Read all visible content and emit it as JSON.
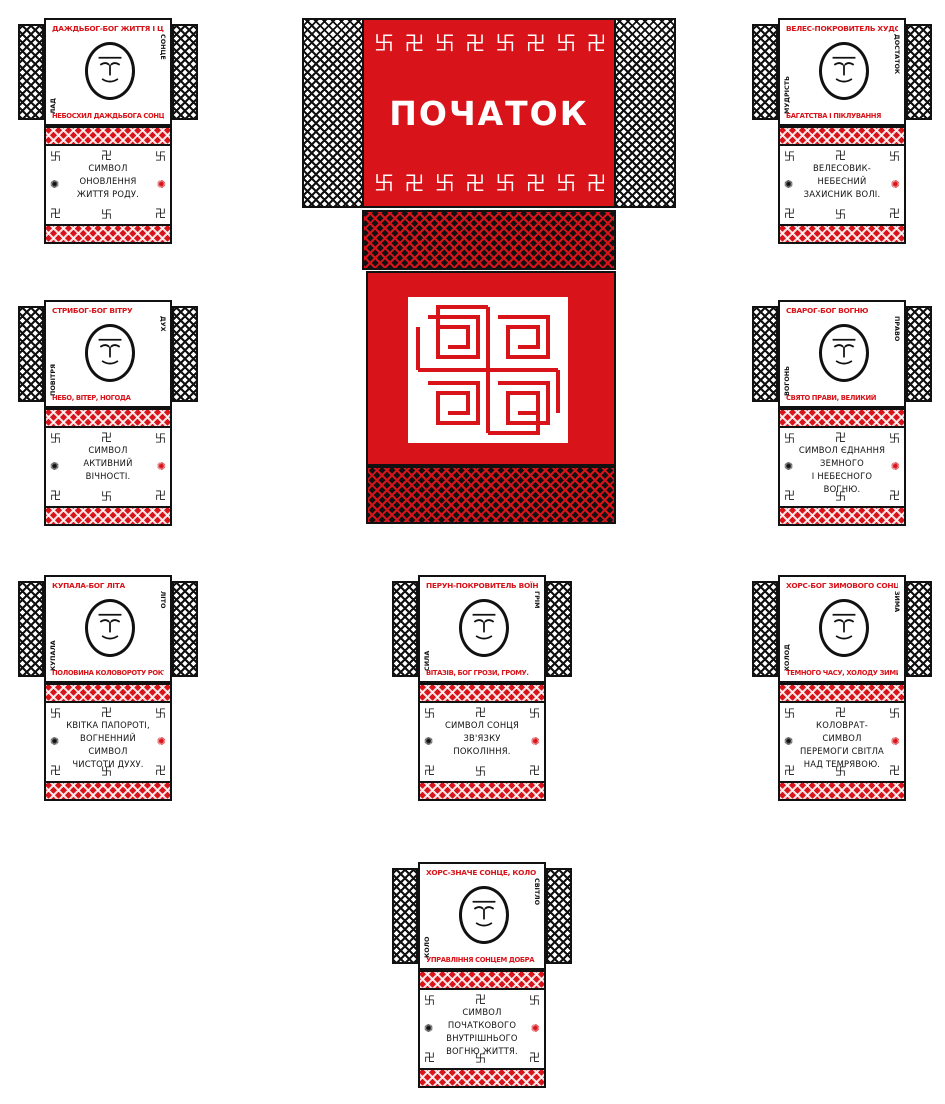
{
  "title": "ПОЧАТОК",
  "colors": {
    "red": "#d8141a",
    "ink": "#111111",
    "paper": "#ffffff"
  },
  "cards": [
    {
      "top": "ДАЖДЬБОГ-БОГ ЖИТТЯ І ЦЕ",
      "bottom": "НЕБОСХИЛ ДАЖДЬБОГА СОНЦЯ",
      "left": "ЛАД",
      "right": "СОНЦЕ",
      "caption": [
        "СИМВОЛ",
        "ОНОВЛЕННЯ",
        "ЖИТТЯ РОДУ."
      ]
    },
    {
      "top": "ВЕЛЕС-ПОКРОВИТЕЛЬ ХУДОБИ",
      "bottom": "БАГАТСТВА І ПІКЛУВАННЯ",
      "left": "МУДРІСТЬ",
      "right": "ДОСТАТОК",
      "caption": [
        "ВЕЛЕСОВИК-",
        "НЕБЕСНИЙ",
        "ЗАХИСНИК ВОЛІ."
      ]
    },
    {
      "top": "СТРИБОГ-БОГ ВІТРУ",
      "bottom": "НЕБО, ВІТЕР, НОГОДА",
      "left": "ПОВІТРЯ",
      "right": "ДУХ",
      "caption": [
        "СИМВОЛ АКТИВНИЙ",
        "ВІЧНОСТІ."
      ]
    },
    {
      "top": "СВАРОГ-БОГ ВОГНЮ",
      "bottom": "СВЯТО ПРАВИ, ВЕЛИКИЙ",
      "left": "ВОГОНЬ",
      "right": "ПРАВО",
      "caption": [
        "СИМВОЛ ЄДНАННЯ",
        "ЗЕМНОГО",
        "І НЕБЕСНОГО ВОГНЮ."
      ]
    },
    {
      "top": "КУПАЛА-БОГ ЛІТА",
      "bottom": "ПОЛОВИНА КОЛОВОРОТУ РОКУ",
      "left": "КУПАЛА",
      "right": "ЛІТО",
      "caption": [
        "КВІТКА ПАПОРОТІ,",
        "ВОГНЕННИЙ СИМВОЛ",
        "ЧИСТОТИ ДУХУ."
      ]
    },
    {
      "top": "ПЕРУН-ПОКРОВИТЕЛЬ ВОЇНІВ",
      "bottom": "ВІТАЗІВ, БОГ ГРОЗИ, ГРОМУ.",
      "left": "СИЛА",
      "right": "ГРІМ",
      "caption": [
        "СИМВОЛ СОНЦЯ",
        "ЗВ'ЯЗКУ",
        "ПОКОЛІННЯ."
      ]
    },
    {
      "top": "ХОРС-БОГ ЗИМОВОГО СОНЦЯ",
      "bottom": "ТЕМНОГО ЧАСУ, ХОЛОДУ ЗИМИ",
      "left": "ХОЛОД",
      "right": "ЗИМА",
      "caption": [
        "КОЛОВРАТ-СИМВОЛ",
        "ПЕРЕМОГИ СВІТЛА",
        "НАД ТЕМРЯВОЮ."
      ]
    },
    {
      "top": "ХОРС-ЗНАЧЕ СОНЦЕ, КОЛО",
      "bottom": "УПРАВЛІННЯ СОНЦЕМ ДОБРА",
      "left": "КОЛО",
      "right": "СВІТЛО",
      "caption": [
        "СИМВОЛ ПОЧАТКОВОГО",
        "ВНУТРІШНЬОГО",
        "ВОГНЮ ЖИТТЯ."
      ]
    }
  ]
}
